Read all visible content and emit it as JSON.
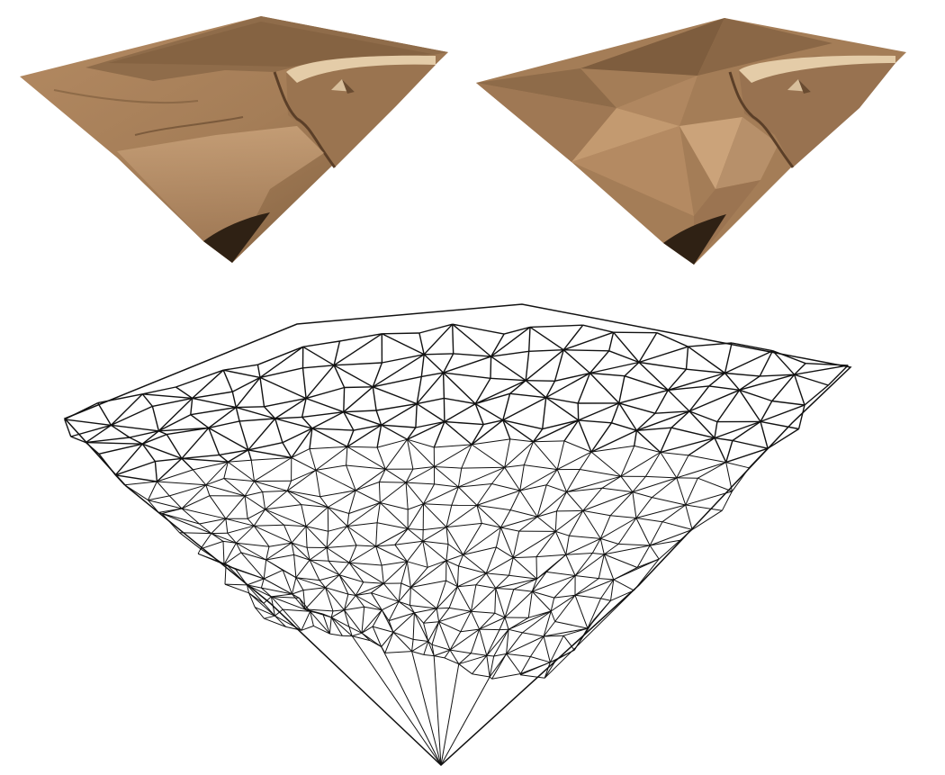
{
  "figure": {
    "panels": [
      {
        "id": "full-detail-terrain",
        "shading": "smooth",
        "mesh_visible": false
      },
      {
        "id": "simplified-terrain",
        "shading": "faceted",
        "mesh_visible": false
      },
      {
        "id": "wireframe-terrain",
        "shading": "none",
        "mesh_visible": true
      }
    ]
  },
  "colors": {
    "background": "#ffffff",
    "terrain_light": "#c9a27a",
    "terrain_mid": "#a47d57",
    "terrain_dark": "#6a4c31",
    "terrain_shadow": "#2f2114",
    "wire": "#111111"
  }
}
